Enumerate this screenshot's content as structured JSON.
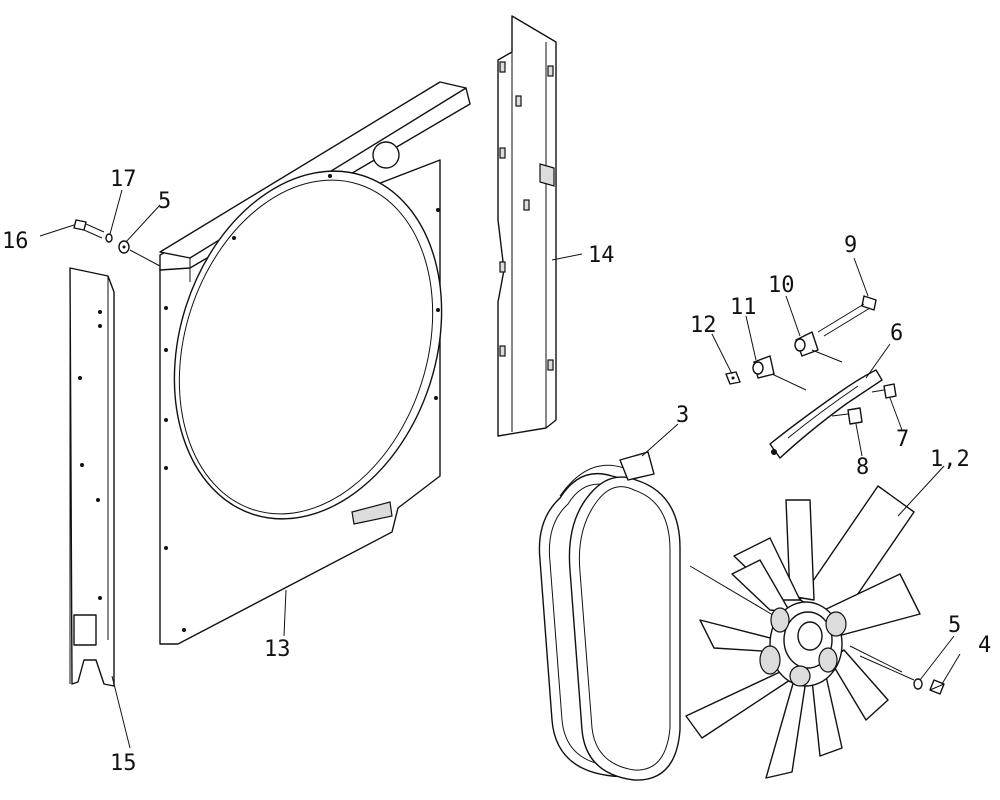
{
  "callouts": {
    "c16": "16",
    "c17": "17",
    "c5a": "5",
    "c15": "15",
    "c13": "13",
    "c14": "14",
    "c9": "9",
    "c10": "10",
    "c11": "11",
    "c12": "12",
    "c6": "6",
    "c7": "7",
    "c8": "8",
    "c3": "3",
    "c12fan": "1,2",
    "c5b": "5",
    "c4": "4"
  }
}
